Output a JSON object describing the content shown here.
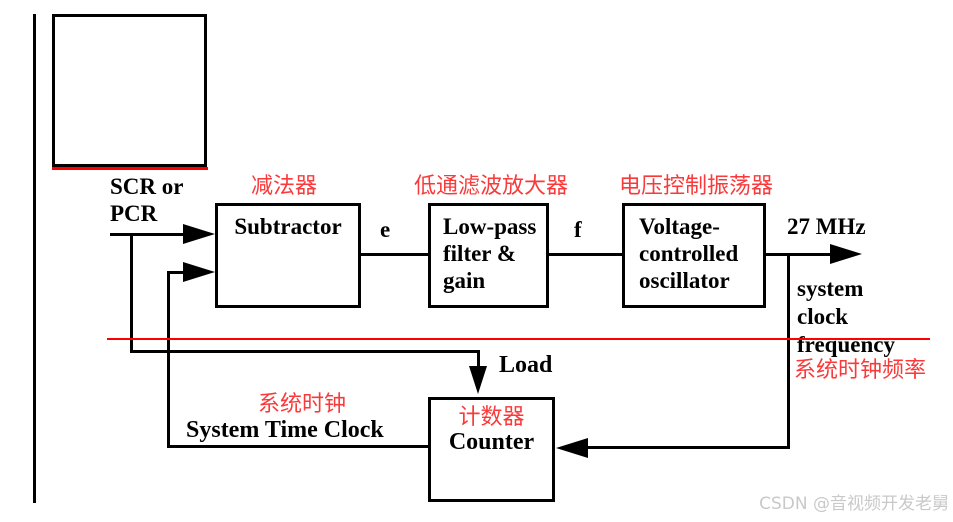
{
  "colors": {
    "accent_red": "#fa3a3a",
    "line_red": "#ff0000",
    "line_black": "#000000",
    "watermark_gray": "#c9c9c9"
  },
  "labels": {
    "input": "SCR or\nPCR",
    "subtractor_cn": "减法器",
    "subtractor": "Subtractor",
    "lowpass_cn": "低通滤波放大器",
    "lowpass": "Low-pass\nfilter &\ngain",
    "vco_cn": "电压控制振荡器",
    "vco": "Voltage-\ncontrolled\noscillator",
    "error_signal": "e",
    "freq_signal": "f",
    "output_freq": "27 MHz",
    "output_desc": "system\nclock\nfrequency",
    "output_desc_cn": "系统时钟频率",
    "load": "Load",
    "counter_cn": "计数器",
    "counter": "Counter",
    "stc_cn": "系统时钟",
    "stc": "System Time Clock",
    "watermark": "CSDN @音视频开发老舅"
  }
}
